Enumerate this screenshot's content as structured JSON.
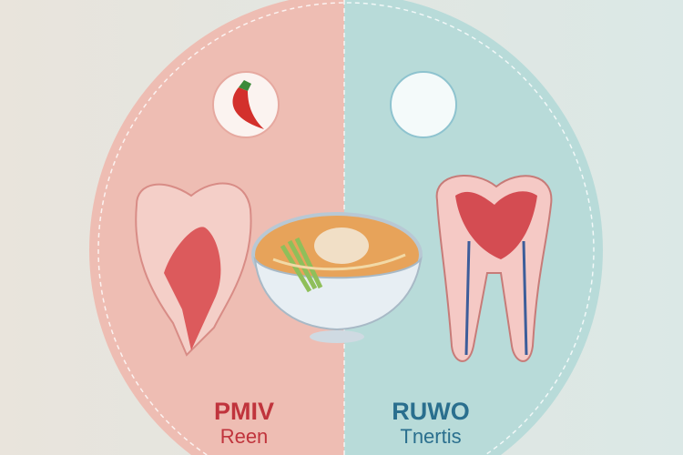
{
  "left_panel": {
    "title": "PMIV",
    "subtitle": "Reen",
    "color": "#c0343c",
    "icon": "chili-pepper-icon"
  },
  "right_panel": {
    "title": "RUWO",
    "subtitle": "Tnertis",
    "color": "#2a6f8e",
    "icon": "crescent-moon-icon"
  },
  "center": {
    "icon": "noodle-soup-bowl-icon"
  }
}
